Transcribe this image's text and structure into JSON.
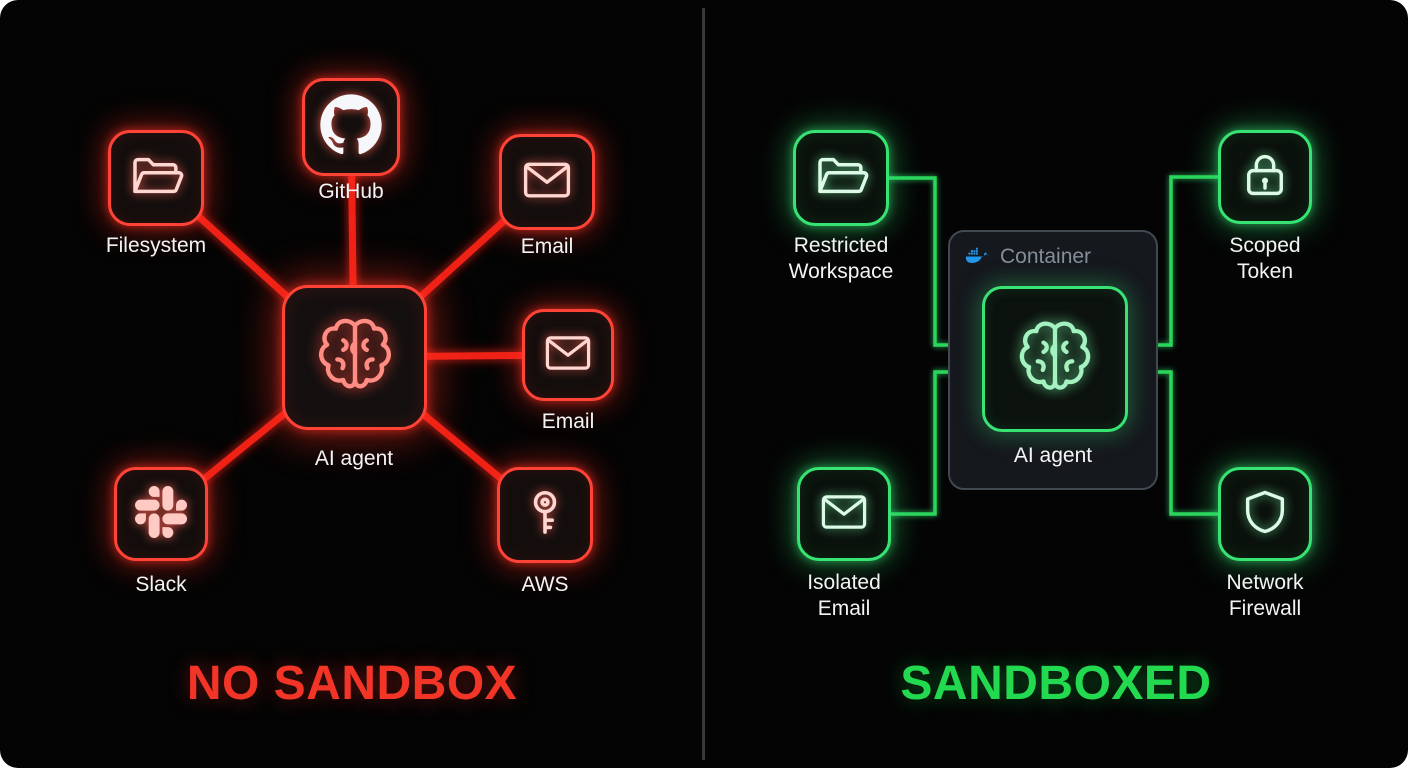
{
  "left": {
    "title": "NO SANDBOX",
    "accent": "#f23527",
    "agent_label": "AI agent",
    "agent_icon": "brain-icon",
    "nodes": [
      {
        "label": "Filesystem",
        "icon": "folder-icon"
      },
      {
        "label": "GitHub",
        "icon": "github-icon"
      },
      {
        "label": "Email",
        "icon": "envelope-icon"
      },
      {
        "label": "Email",
        "icon": "envelope-icon"
      },
      {
        "label": "Slack",
        "icon": "slack-icon"
      },
      {
        "label": "AWS",
        "icon": "key-icon"
      }
    ]
  },
  "right": {
    "title": "SANDBOXED",
    "accent": "#23d94f",
    "container_label": "Container",
    "container_icon": "docker-icon",
    "docker_blue": "#2396ed",
    "agent_label": "AI agent",
    "agent_icon": "brain-icon",
    "nodes": [
      {
        "label": "Restricted Workspace",
        "icon": "folder-icon"
      },
      {
        "label": "Scoped Token",
        "icon": "lock-icon"
      },
      {
        "label": "Isolated Email",
        "icon": "envelope-icon"
      },
      {
        "label": "Network Firewall",
        "icon": "shield-icon"
      }
    ]
  }
}
